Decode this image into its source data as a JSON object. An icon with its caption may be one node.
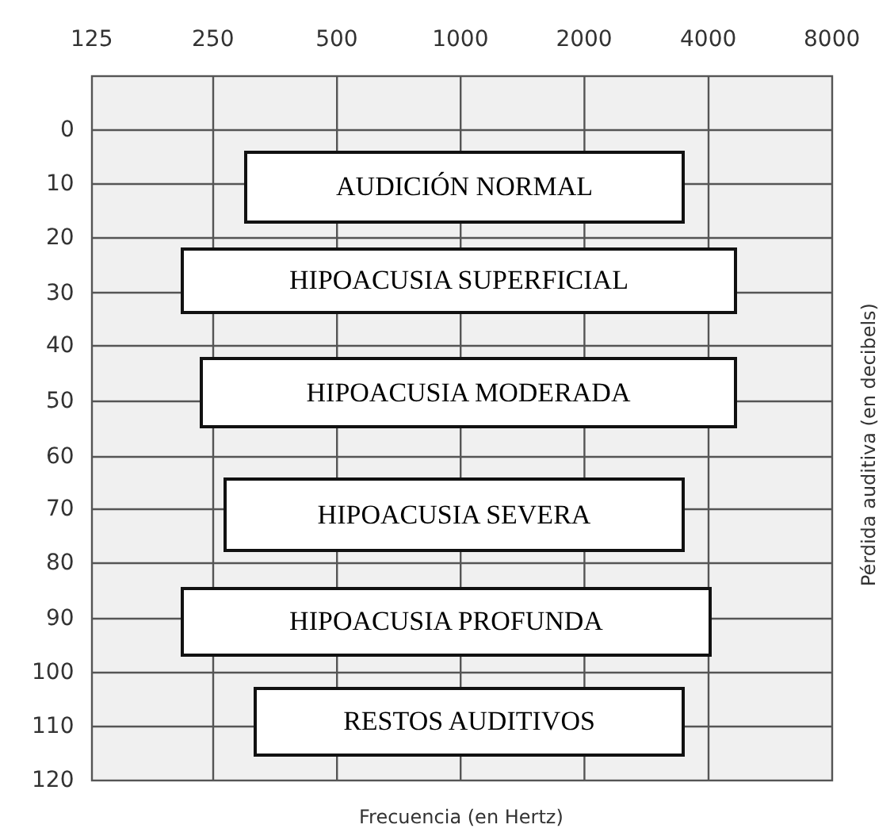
{
  "diagram": {
    "nodes": [
      {
        "text": [
          "AUDICIÓN NORMAL"
        ]
      },
      {
        "text": [
          "HIPOACUSIA SUPERFICIAL"
        ]
      },
      {
        "text": [
          "HIPOACUSIA MODERADA"
        ]
      },
      {
        "text": [
          "HIPOACUSIA SEVERA"
        ]
      },
      {
        "text": [
          "HIPOACUSIA PROFUNDA"
        ]
      },
      {
        "text": [
          "RESTOS AUDITIVOS"
        ]
      }
    ],
    "labels": [
      "125",
      "250",
      "500",
      "1000",
      "2000",
      "4000",
      "8000",
      "0",
      "10",
      "20",
      "30",
      "40",
      "50",
      "60",
      "70",
      "80",
      "90",
      "100",
      "110",
      "120",
      "Pérdida auditiva (en decibels)",
      "Frecuencia (en Hertz)"
    ]
  }
}
